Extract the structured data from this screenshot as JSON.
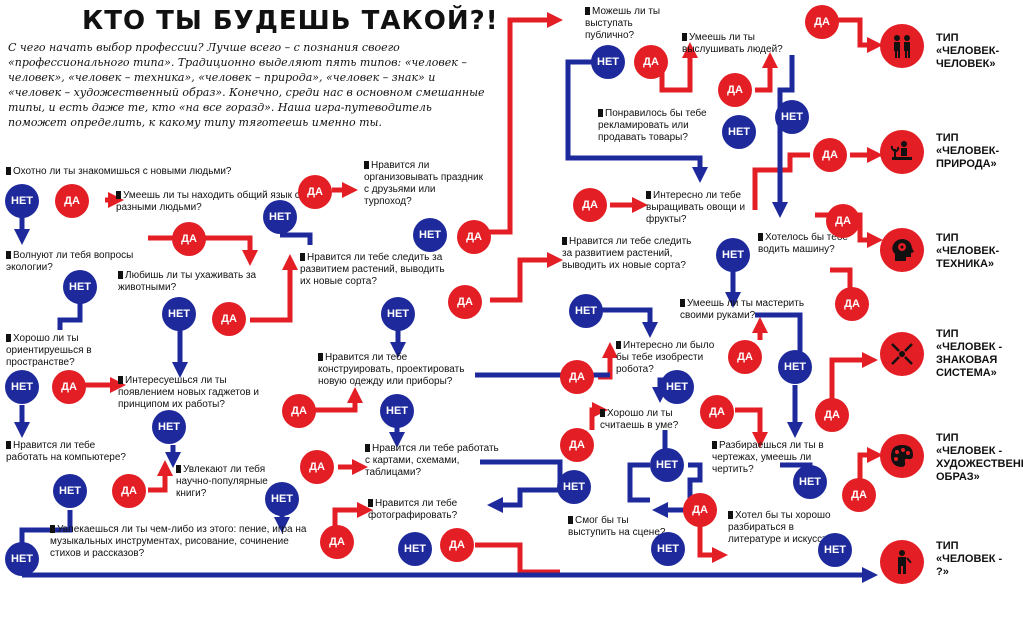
{
  "title": "КТО ТЫ БУДЕШЬ ТАКОЙ?!",
  "intro": "С чего начать выбор профессии? Лучше всего – с познания своего «профессионального типа». Традиционно выделяют пять типов: «человек – человек», «человек – техника», «человек – природа», «человек – знак» и «человек – художественный образ». Конечно, среди нас в основном смешанные типы, и есть даже те, кто «на все горазд». Наша игра-путеводитель поможет определить, к какому типу тяготеешь именно ты.",
  "labels": {
    "yes": "ДА",
    "no": "НЕТ"
  },
  "colors": {
    "yes": "#e31e24",
    "no": "#1e2a9c"
  },
  "questions": {
    "q1": "Охотно ли ты знакомишься с новыми людьми?",
    "q2": "Умеешь ли ты находить общий язык с разными людьми?",
    "q3": "Нравится ли организовывать праздник с друзьями или турпоход?",
    "q4": "Волнуют ли тебя вопросы экологии?",
    "q5": "Любишь ли ты ухаживать за животными?",
    "q6": "Нравится ли тебе следить за развитием растений, выводить их новые сорта?",
    "q7": "Хорошо ли ты ориентируешься в пространстве?",
    "q8": "Интересуешься ли ты появлением новых гаджетов и принципом их работы?",
    "q9": "Нравится ли тебе конструировать, проектировать новую одежду или приборы?",
    "q10": "Нравится ли тебе работать на компьютере?",
    "q11": "Увлекают ли тебя научно-популярные книги?",
    "q12": "Нравится ли тебе работать с картами, схемами, таблицами?",
    "q13": "Увлекаешься ли ты чем-либо из этого: пение, игра на музыкальных инструментах, рисование, сочинение стихов и рассказов?",
    "q14": "Нравится ли тебе фотографировать?",
    "q15": "Можешь ли ты выступать публично?",
    "q16": "Умеешь ли ты выслушивать людей?",
    "q17": "Понравилось бы тебе рекламировать или продавать товары?",
    "q18": "Интересно ли тебе выращивать овощи и фрукты?",
    "q19": "Нравится ли тебе следить за развитием растений, выводить их новые сорта?",
    "q20": "Хотелось бы тебе водить машину?",
    "q21": "Умеешь ли ты мастерить своими руками?",
    "q22": "Интересно ли было бы тебе изобрести робота?",
    "q23": "Хорошо ли ты считаешь в уме?",
    "q24": "Разбираешься ли ты в чертежах, умеешь ли чертить?",
    "q25": "Смог бы ты выступить на сцене?",
    "q26": "Хотел бы ты хорошо разбираться в литературе и искусстве?"
  },
  "types": [
    {
      "label": "ТИП «ЧЕЛОВЕК-ЧЕЛОВЕК»",
      "icon": "people-icon"
    },
    {
      "label": "ТИП «ЧЕЛОВЕК-ПРИРОДА»",
      "icon": "plant-icon"
    },
    {
      "label": "ТИП «ЧЕЛОВЕК-ТЕХНИКА»",
      "icon": "gear-head-icon"
    },
    {
      "label": "ТИП «ЧЕЛОВЕК - ЗНАКОВАЯ СИСТЕМА»",
      "icon": "arrows-icon"
    },
    {
      "label": "ТИП «ЧЕЛОВЕК - ХУДОЖЕСТВЕННЫЙ ОБРАЗ»",
      "icon": "palette-icon"
    },
    {
      "label": "ТИП «ЧЕЛОВЕК - ?»",
      "icon": "person-icon"
    }
  ]
}
